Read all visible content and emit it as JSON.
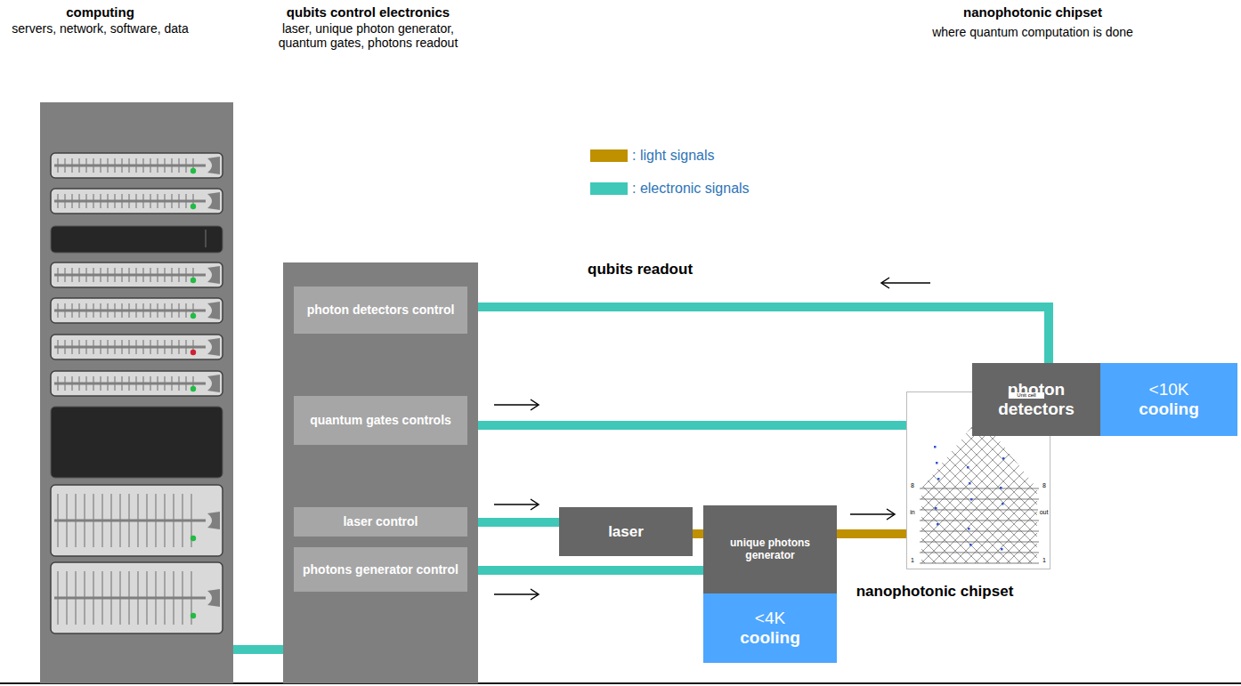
{
  "diagram": {
    "nodes": [
      {
        "text": [
          "computing",
          "servers, network, software, data"
        ]
      },
      {
        "text": [
          "qubits control electronics",
          "laser, unique photon generator, quantum gates, photons readout"
        ]
      },
      {
        "text": [
          "photon detectors control"
        ],
        "in": 1
      },
      {
        "text": [
          "quantum gates controls"
        ],
        "in": 1
      },
      {
        "text": [
          "laser control"
        ],
        "in": 1
      },
      {
        "text": [
          "photons generator control"
        ],
        "in": 1
      },
      {
        "text": [
          "laser"
        ]
      },
      {
        "text": [
          "unique photons generator"
        ]
      },
      {
        "text": [
          "<4K",
          "cooling"
        ]
      },
      {
        "text": [
          "nanophotonic chipset"
        ]
      },
      {
        "text": [
          "photon detectors"
        ]
      },
      {
        "text": [
          "<10K",
          "cooling"
        ]
      }
    ],
    "edges": [
      {
        "from": 0,
        "to": 1,
        "arrow": "none"
      },
      {
        "from": 10,
        "to": 2,
        "label": "qubits readout",
        "arrow": "to"
      },
      {
        "from": 3,
        "to": 9,
        "arrow": "to"
      },
      {
        "from": 4,
        "to": 6,
        "arrow": "to"
      },
      {
        "from": 5,
        "to": 7,
        "arrow": "to"
      },
      {
        "from": 6,
        "to": 7,
        "arrow": "none"
      },
      {
        "from": 7,
        "to": 9,
        "arrow": "to"
      },
      {
        "from": 9,
        "to": 10,
        "arrow": "none"
      }
    ],
    "labels": [
      "nanophotonic chipset",
      "where quantum computation is done",
      "Unit cell",
      "8",
      "8",
      "in",
      "out",
      "1",
      "1"
    ],
    "legend": [
      {
        "text": ": light signals",
        "color": "#bf9000"
      },
      {
        "text": ": electronic signals",
        "color": "#3fc8b8"
      }
    ]
  }
}
